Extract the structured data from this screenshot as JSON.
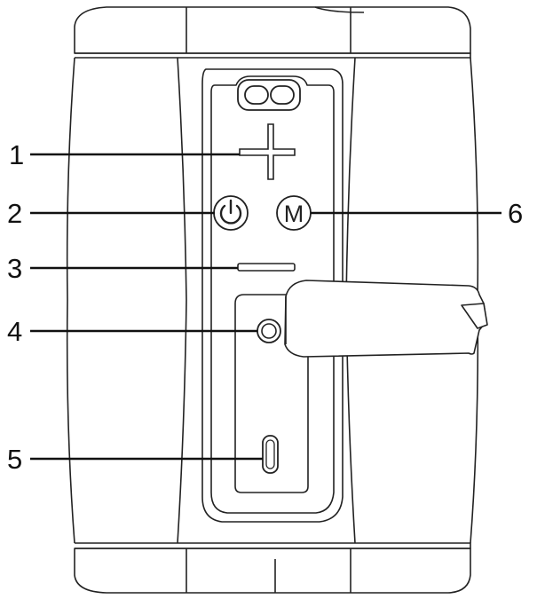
{
  "diagram": {
    "callouts": [
      {
        "number": "1",
        "part": "plus-button"
      },
      {
        "number": "2",
        "part": "power-button"
      },
      {
        "number": "3",
        "part": "minus-button"
      },
      {
        "number": "4",
        "part": "aux-port"
      },
      {
        "number": "5",
        "part": "usb-c-port"
      },
      {
        "number": "6",
        "part": "mode-button"
      }
    ],
    "buttons": {
      "mode_label": "M",
      "plus_icon": "plus-icon",
      "minus_icon": "minus-icon",
      "power_icon": "power-icon"
    },
    "colors": {
      "line": "#222222",
      "background": "#ffffff"
    }
  }
}
